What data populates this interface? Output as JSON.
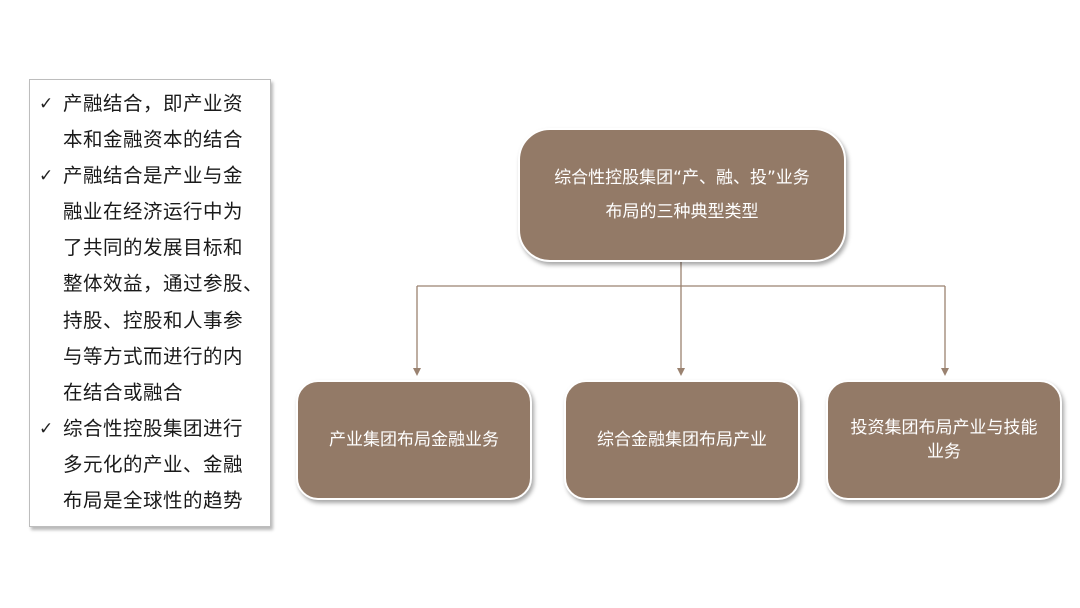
{
  "bullets": [
    {
      "icon": "checkmark-icon",
      "text": "产融结合，即产业资\n本和金融资本的结合"
    },
    {
      "icon": "checkmark-icon",
      "text": "产融结合是产业与金\n融业在经济运行中为\n了共同的发展目标和\n整体效益，通过参股、\n持股、控股和人事参\n与等方式而进行的内\n在结合或融合"
    },
    {
      "icon": "checkmark-icon",
      "text": "综合性控股集团进行\n多元化的产业、金融\n布局是全球性的趋势"
    }
  ],
  "diagram": {
    "root": "综合性控股集团“产、融、投”业务\n布局的三种典型类型",
    "children": [
      "产业集团布局金融业务",
      "综合金融集团布局产业",
      "投资集团布局产业与技能\n业务"
    ]
  },
  "colors": {
    "node_fill": "#937a67",
    "connector": "#9a8270"
  }
}
